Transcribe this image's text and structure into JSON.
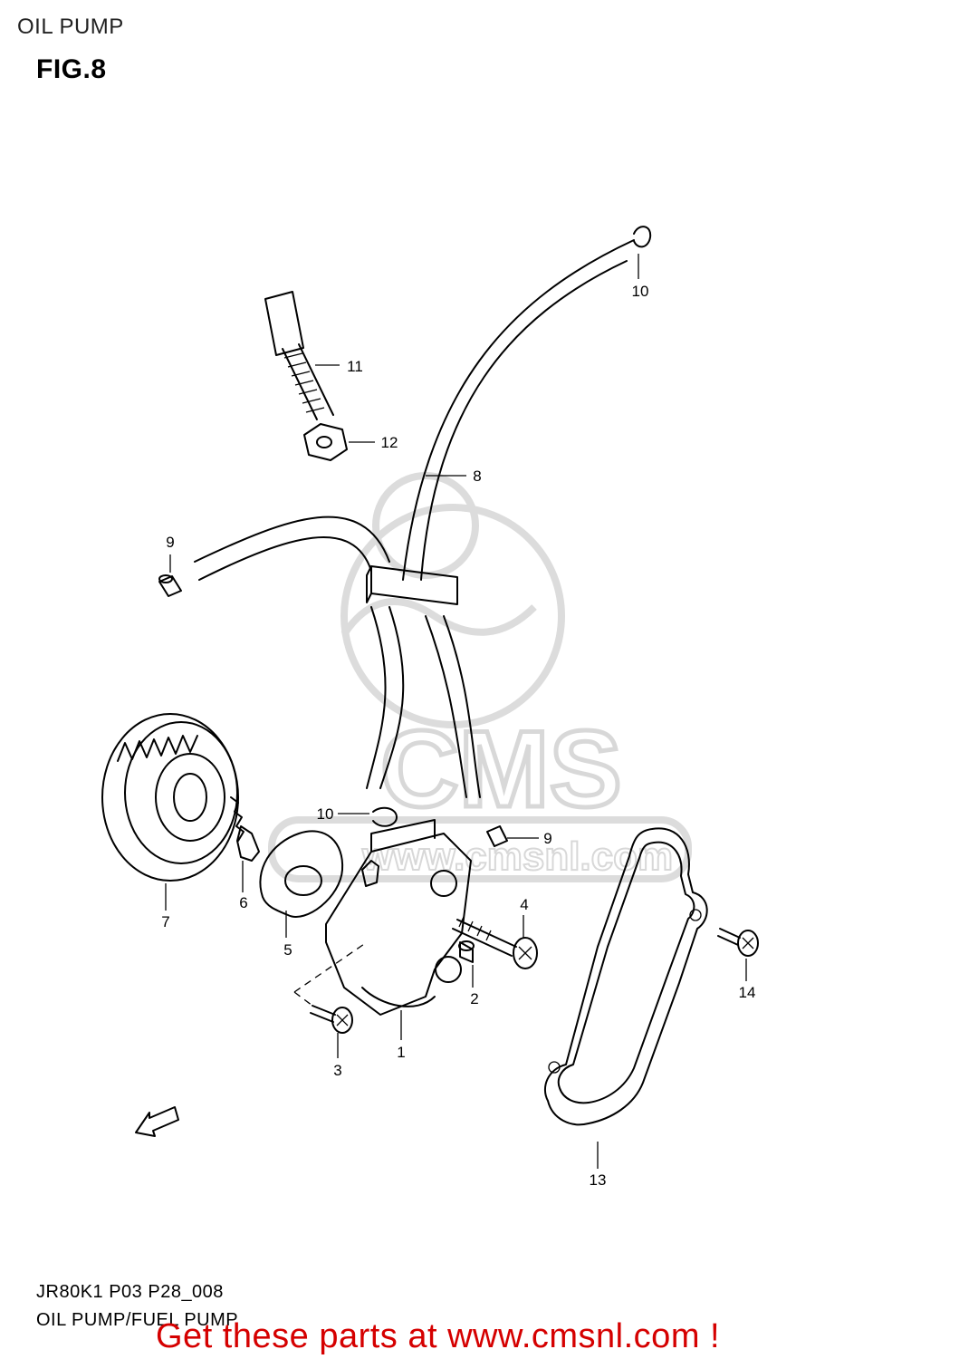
{
  "header": {
    "title": "OIL PUMP",
    "figure": "FIG.8"
  },
  "parts": [
    {
      "no": "1"
    },
    {
      "no": "2"
    },
    {
      "no": "3"
    },
    {
      "no": "4"
    },
    {
      "no": "5"
    },
    {
      "no": "6"
    },
    {
      "no": "7"
    },
    {
      "no": "8"
    },
    {
      "no": "9"
    },
    {
      "no": "9"
    },
    {
      "no": "10"
    },
    {
      "no": "10"
    },
    {
      "no": "11"
    },
    {
      "no": "12"
    },
    {
      "no": "13"
    },
    {
      "no": "14"
    }
  ],
  "arrow_label": "FWD",
  "watermark": {
    "brand": "CMS",
    "site": "www.cmsnl.com"
  },
  "footer": {
    "code": "JR80K1 P03 P28_008",
    "caption": "OIL PUMP/FUEL PUMP",
    "promo": "Get these parts at www.cmsnl.com !"
  },
  "colors": {
    "promo": "#d50000",
    "watermark": "#d8d8d8",
    "line": "#000000"
  }
}
